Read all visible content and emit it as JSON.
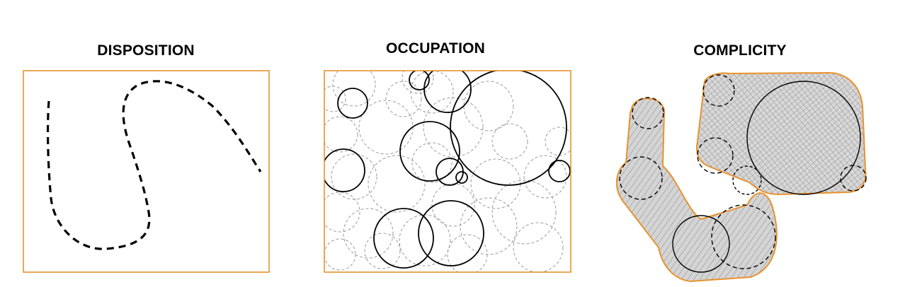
{
  "panels": [
    {
      "title": "DISPOSITION"
    },
    {
      "title": "OCCUPATION"
    },
    {
      "title": "COMPLICITY"
    }
  ],
  "colors": {
    "frame": "#e8922e",
    "ink": "#000000",
    "faint": "#9a9a9a",
    "fill": "#d9d9d9"
  }
}
